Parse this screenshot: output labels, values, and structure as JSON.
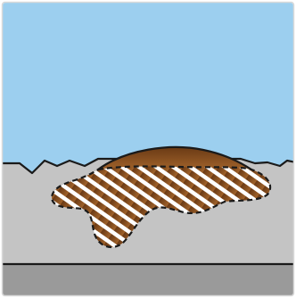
{
  "diagram": {
    "colors": {
      "sky": "#9CCFEF",
      "surface": "#C4C4C4",
      "base": "#9A9A9A",
      "mound_dark": "#6A3A15",
      "mound_light": "#A0622A",
      "hatch": "#FFFFFF",
      "outline": "#1A1A1A",
      "frame": "#D9D9D9"
    },
    "elements": [
      "sky-region",
      "surface-layer",
      "base-layer",
      "deposit-mound",
      "subsurface-hatched-zone"
    ]
  }
}
